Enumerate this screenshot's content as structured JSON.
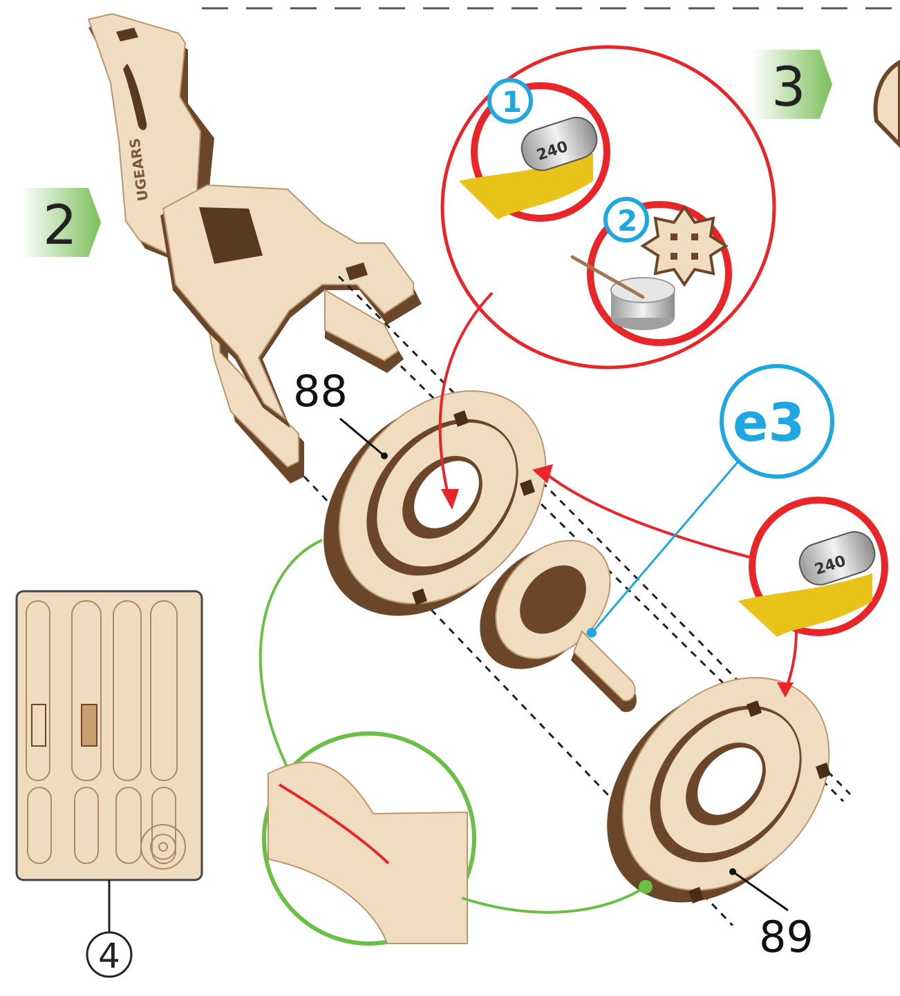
{
  "steps": {
    "step2": "2",
    "step3": "3"
  },
  "parts": {
    "part88": "88",
    "part89": "89",
    "sheet": "4"
  },
  "callouts": {
    "e3": "e3",
    "sub1": "1",
    "sub2": "2",
    "sandpaper_grit": "240"
  },
  "logo_text": "UGEARS",
  "colors": {
    "wood_light": "#f0dcbf",
    "wood_dark": "#6b4628",
    "highlight_red": "#e8262a",
    "callout_blue": "#1ea7e1",
    "detail_green": "#6abf45",
    "step_green": "#7cbf5a"
  }
}
